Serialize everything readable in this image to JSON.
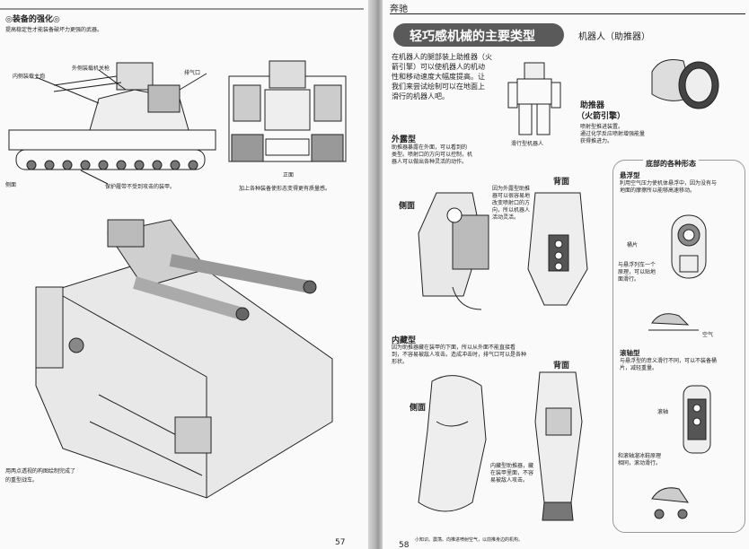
{
  "left_page": {
    "section_title": "◎装备的强化◎",
    "section_desc": "提高稳定性才能装备破坏力更强的武器。",
    "labels": {
      "armor_inner": "内侧装载主炮",
      "armor_outer": "外侧装载机关枪",
      "exhaust": "排气口",
      "side": "侧面",
      "protect": "保护履带不受到攻击的装甲。",
      "front": "正面",
      "front_caption": "加上各种装备使形态变得更有质量感。"
    },
    "bottom_caption": [
      "用两点透视的构图绘制完成了",
      "的重型战车。"
    ],
    "page_number": "57"
  },
  "right_page": {
    "header": "奔驰",
    "title": "轻巧感机械的主要类型",
    "robot_heading": "机器人（助推器）",
    "intro": [
      "在机器人的腿部装上助推器（火",
      "箭引擎）可以使机器人的机动",
      "性和移动速度大幅度提高。让",
      "我们来尝试绘制可以在地面上",
      "滑行的机器人吧。"
    ],
    "robot_caption": "滑行型机器人",
    "booster_heading": "助推器",
    "booster_sub": "（火箭引擎）",
    "booster_desc": [
      "喷射型推进装置。",
      "通过化学反应喷射增强能量",
      "获得推进力。"
    ],
    "external_heading": "外露型",
    "external_desc": [
      "助推器暴露在外面，可以看到的",
      "类型。喷射口的方向可以控制，机",
      "器人可以做出各种灵活的动作。"
    ],
    "side_label": "侧面",
    "back_label": "背面",
    "external_note": [
      "因为外露型助推",
      "器可以很容易地",
      "改变喷射口的方",
      "向，所以机器人",
      "活动灵活。"
    ],
    "internal_heading": "内藏型",
    "internal_desc": [
      "因为助推器藏在装甲的下面，所以从外面不能直接看",
      "到，不容易被敌人攻击。造成冲击时，排气口可以是各种",
      "形状。"
    ],
    "internal_note": [
      "内藏型助推器，藏",
      "在装甲里面，不容",
      "易被敌人攻击。"
    ],
    "bottom_types_heading": "底部的各种形态",
    "hover_heading": "悬浮型",
    "hover_desc": [
      "利用空气压力使机体悬浮中，因为没有与",
      "地面的摩擦所以能够高速移动。"
    ],
    "fan_label": "桶片",
    "hover_note": [
      "与悬浮列车一个",
      "原理，可以贴地",
      "面滑行。"
    ],
    "air_label": "空气",
    "roller_heading": "滚轴型",
    "roller_desc": [
      "与悬浮型的意义滑行不同，可以不装备桶",
      "片，减轻重量。"
    ],
    "roller_label": "滚轴",
    "roller_note": [
      "和滚轴溜冰鞋原理",
      "相同，滚动滑行。"
    ],
    "footer_note": "小知识。震荡。向推进喷射空气，以前推身边的机构。",
    "page_number": "58"
  }
}
